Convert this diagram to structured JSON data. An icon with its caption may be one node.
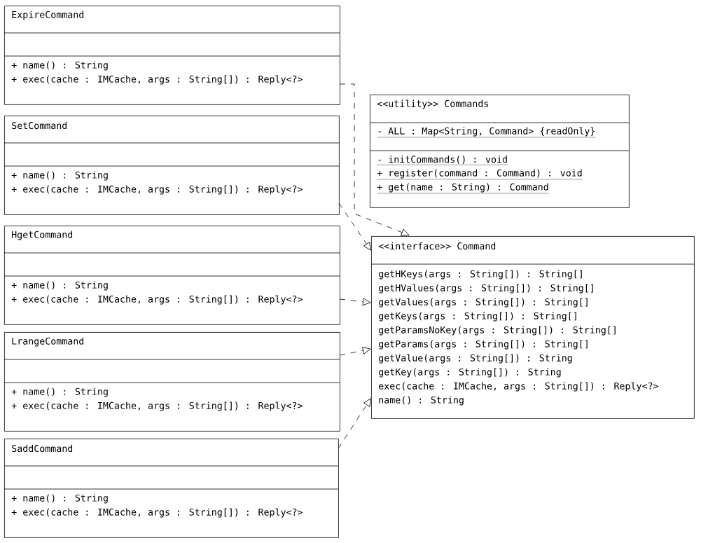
{
  "diagram": {
    "nodes": [
      {
        "text": [
          "ExpireCommand",
          "+ name() : String",
          "+ exec(cache : IMCache, args : String[]) : Reply<?>"
        ]
      },
      {
        "text": [
          "SetCommand",
          "+ name() : String",
          "+ exec(cache : IMCache, args : String[]) : Reply<?>"
        ]
      },
      {
        "text": [
          "HgetCommand",
          "+ name() : String",
          "+ exec(cache : IMCache, args : String[]) : Reply<?>"
        ]
      },
      {
        "text": [
          "LrangeCommand",
          "+ name() : String",
          "+ exec(cache : IMCache, args : String[]) : Reply<?>"
        ]
      },
      {
        "text": [
          "SaddCommand",
          "+ name() : String",
          "+ exec(cache : IMCache, args : String[]) : Reply<?>"
        ]
      },
      {
        "text": [
          "<<utility>> Commands",
          "- ALL : Map<String, Command> {readOnly}",
          "- initCommands() : void",
          "+ register(command : Command) : void",
          "+ get(name : String) : Command"
        ]
      },
      {
        "text": [
          "<<interface>> Command",
          "getHKeys(args : String[]) : String[]",
          "getHValues(args : String[]) : String[]",
          "getValues(args : String[]) : String[]",
          "getKeys(args : String[]) : String[]",
          "getParamsNoKey(args : String[]) : String[]",
          "getParams(args : String[]) : String[]",
          "getValue(args : String[]) : String",
          "getKey(args : String[]) : String",
          "exec(cache : IMCache, args : String[]) : Reply<?>",
          "name() : String"
        ]
      }
    ],
    "edges": [
      {
        "from": 0,
        "to": 6,
        "arrow": "to",
        "style": "dashed"
      },
      {
        "from": 1,
        "to": 6,
        "arrow": "to",
        "style": "dashed"
      },
      {
        "from": 2,
        "to": 6,
        "arrow": "to",
        "style": "dashed"
      },
      {
        "from": 3,
        "to": 6,
        "arrow": "to",
        "style": "dashed"
      },
      {
        "from": 4,
        "to": 6,
        "arrow": "to",
        "style": "dashed"
      }
    ]
  }
}
